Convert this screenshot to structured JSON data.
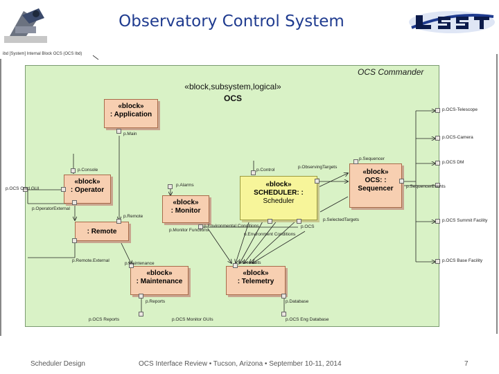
{
  "header": {
    "title": "Observatory Control System"
  },
  "frame_label": "ibd [System] Internal Block OCS (OCS Ibd)",
  "diagram": {
    "container_title": "OCS Commander",
    "system_stereotype": "«block,subsystem,logical»",
    "system_name": "OCS"
  },
  "blocks": {
    "application": {
      "stereotype": "«block»",
      "name": ": Application"
    },
    "operator": {
      "stereotype": "«block»",
      "name": ": Operator"
    },
    "monitor": {
      "stereotype": "«block»",
      "name": ": Monitor"
    },
    "remote": {
      "stereotype": "",
      "name": ": Remote"
    },
    "scheduler": {
      "stereotype": "«block»",
      "name": "SCHEDULER: :",
      "name2": "Scheduler"
    },
    "sequencer": {
      "stereotype": "«block»",
      "name": "OCS: :",
      "name2": "Sequencer"
    },
    "maintenance": {
      "stereotype": "«block»",
      "name": ": Maintenance"
    },
    "telemetry": {
      "stereotype": "«block»",
      "name": ": Telemetry"
    }
  },
  "ports": {
    "p_main": "p.Main",
    "p_console": "p.Console",
    "p_ocs_cmd_gui": "p.OCS Cmd GUI",
    "p_operator_external": "p.OperatorExternal",
    "p_remote": "p.Remote",
    "p_remote_external": "p.Remote.External",
    "p_maintenance": "p.Maintenance",
    "p_reports": "p.Reports",
    "p_ocs_reports": "p.OCS Reports",
    "p_ocs_monitor_guis": "p.OCS Monitor GUIs",
    "p_alarms": "p.Alarms",
    "p_monitor_functions": "p.Monitor Functions",
    "p_ecs_conditions": "p.Environmental Conditions",
    "p_control": "p.Control",
    "p_observing_targets": "p.ObservingTargets",
    "p_sequencer": "p.Sequencer",
    "p_selected_targets": "p.SelectedTargets",
    "p_ocs": "p.OCS",
    "p_environment_conditions": "p.Environment Conditions",
    "p_elements": "p.Elements",
    "p_database": "p.Database",
    "p_ocs_eng_database": "p.OCS Eng Database",
    "p_sequencer_events": "p.SequencerEvents",
    "p_ocs_telescope": "p.OCS-Telescope",
    "p_ocs_camera": "p.OCS-Camera",
    "p_ocs_dm": "p.OCS DM",
    "p_ocs_summit_facility": "p.OCS Summit Facility",
    "p_ocs_base_facility": "p.OCS Base Facility"
  },
  "footer": {
    "left": "Scheduler Design",
    "center": "OCS Interface Review • Tucson, Arizona • September 10-11, 2014",
    "page": "7"
  },
  "colors": {
    "title": "#1f3b8f",
    "diagram_bg": "#d9f2c6",
    "block_fill": "#f7cfb1",
    "scheduler_fill": "#f7f59a"
  }
}
